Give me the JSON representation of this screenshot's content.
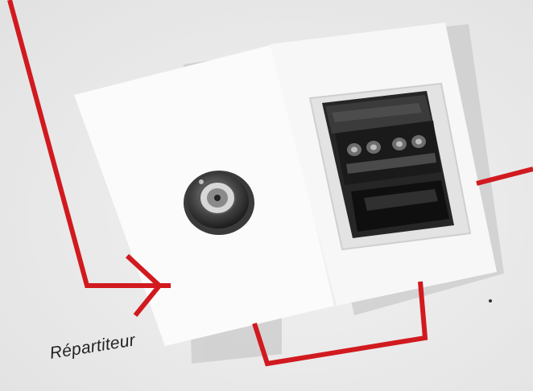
{
  "caption": "Répartiteur",
  "colors": {
    "background": "#ebebeb",
    "wire": "#d11a1f",
    "plate": "#fbfbfb",
    "connector_dark": "#262626"
  },
  "icons": [
    "bnc-coax-socket",
    "rj45-modular-jack",
    "red-wire-arrow"
  ]
}
